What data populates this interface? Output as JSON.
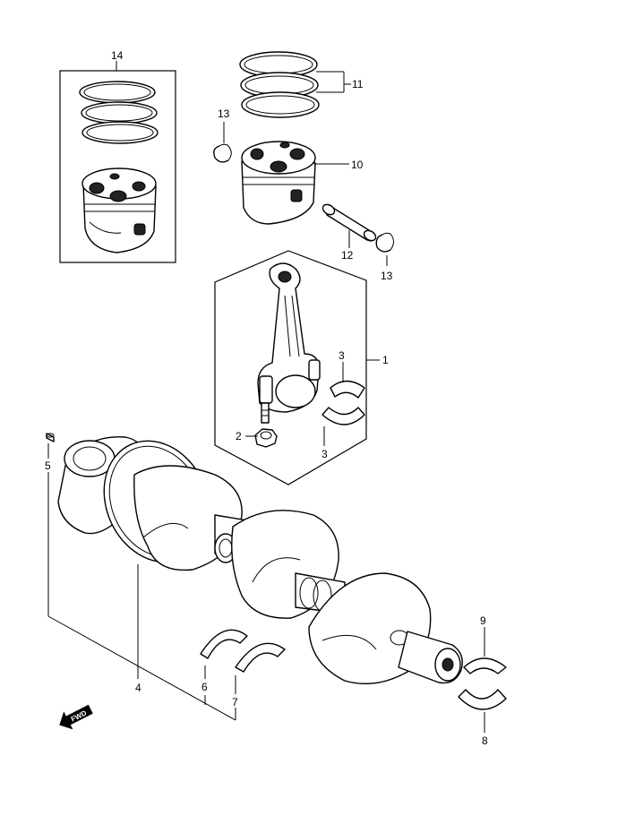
{
  "callouts": {
    "c1": "1",
    "c2": "2",
    "c3a": "3",
    "c3b": "3",
    "c4": "4",
    "c5": "5",
    "c6": "6",
    "c7": "7",
    "c8": "8",
    "c9": "9",
    "c10": "10",
    "c11": "11",
    "c12": "12",
    "c13a": "13",
    "c13b": "13",
    "c14": "14"
  },
  "fwd_label": "FWD",
  "icons": [
    "fwd-arrow-icon"
  ],
  "colors": {
    "line": "#000000",
    "background": "#ffffff"
  }
}
